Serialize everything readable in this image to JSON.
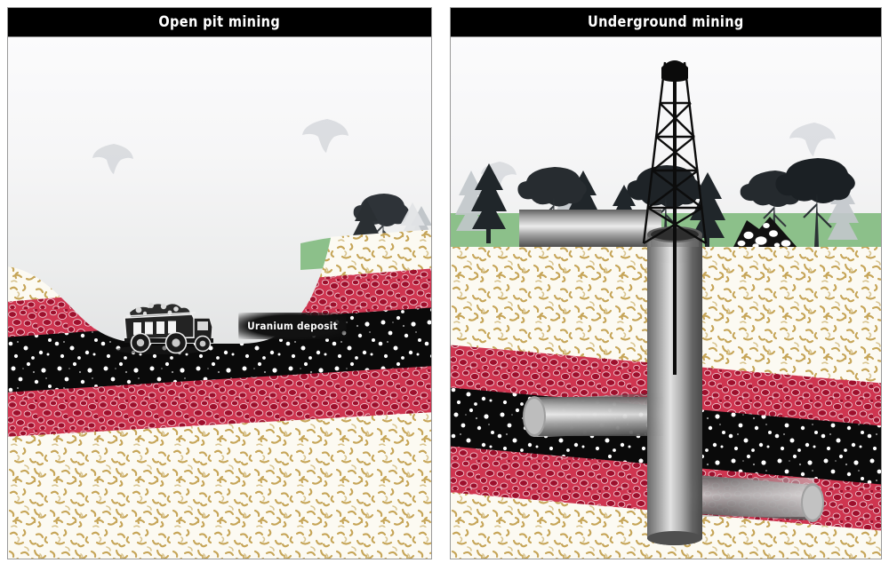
{
  "figure": {
    "background_color": "#ffffff",
    "panel_count": 2
  },
  "panels": [
    {
      "id": "open-pit",
      "title": "Open pit mining",
      "title_bar_color": "#000000",
      "title_text_color": "#ffffff",
      "annotation": "Uranium deposit",
      "elements": [
        "sky-haze",
        "distant-hazy-trees",
        "grass-strip",
        "waste-rock-pile",
        "open-pit-excavation",
        "haul-truck",
        "sandstone-layer",
        "red-conglomerate-layer-upper",
        "uranium-ore-seam",
        "red-conglomerate-layer-lower",
        "sandstone-layer-lower"
      ]
    },
    {
      "id": "underground",
      "title": "Underground mining",
      "title_bar_color": "#000000",
      "title_text_color": "#ffffff",
      "annotation": "",
      "elements": [
        "sky-haze",
        "forest-treeline",
        "grass-strip",
        "waste-rock-pile",
        "headframe-derrick",
        "vertical-mine-shaft",
        "horizontal-drift-upper-left",
        "horizontal-drift-lower-right",
        "sandstone-layer",
        "red-conglomerate-layer-upper",
        "uranium-ore-seam",
        "red-conglomerate-layer-lower",
        "sandstone-layer-lower"
      ]
    }
  ],
  "legend": {
    "strata": [
      {
        "name": "Sandstone / overburden",
        "color": "#fbf8ef",
        "speckle_color": "#c8a85c"
      },
      {
        "name": "Red conglomerate",
        "color": "#c3223c",
        "speckle_color": "#8f0f28"
      },
      {
        "name": "Uranium ore seam",
        "color": "#0b0b0b",
        "speckle_color": "#ffffff"
      },
      {
        "name": "Grass / vegetation",
        "color": "#8cc08a"
      },
      {
        "name": "Sky haze",
        "color": "#e4e5e6"
      }
    ],
    "machinery": [
      {
        "name": "Haul truck",
        "color": "#2b2b2b"
      },
      {
        "name": "Mine shaft steel lining",
        "color": "#a6a6a6"
      },
      {
        "name": "Headframe derrick",
        "color": "#111111"
      }
    ]
  },
  "colors": {
    "black": "#000000",
    "white": "#ffffff",
    "red_strata": "#c3223c",
    "red_strata_dark": "#8f0f28",
    "sand": "#fbf8ef",
    "sand_speckle": "#c8a85c",
    "grass": "#8cc08a",
    "ore": "#0b0b0b",
    "frame_border": "#9a9a9a",
    "steel_light": "#e8e8e8",
    "steel_mid": "#9d9d9d",
    "steel_dark": "#4a4a4a"
  }
}
